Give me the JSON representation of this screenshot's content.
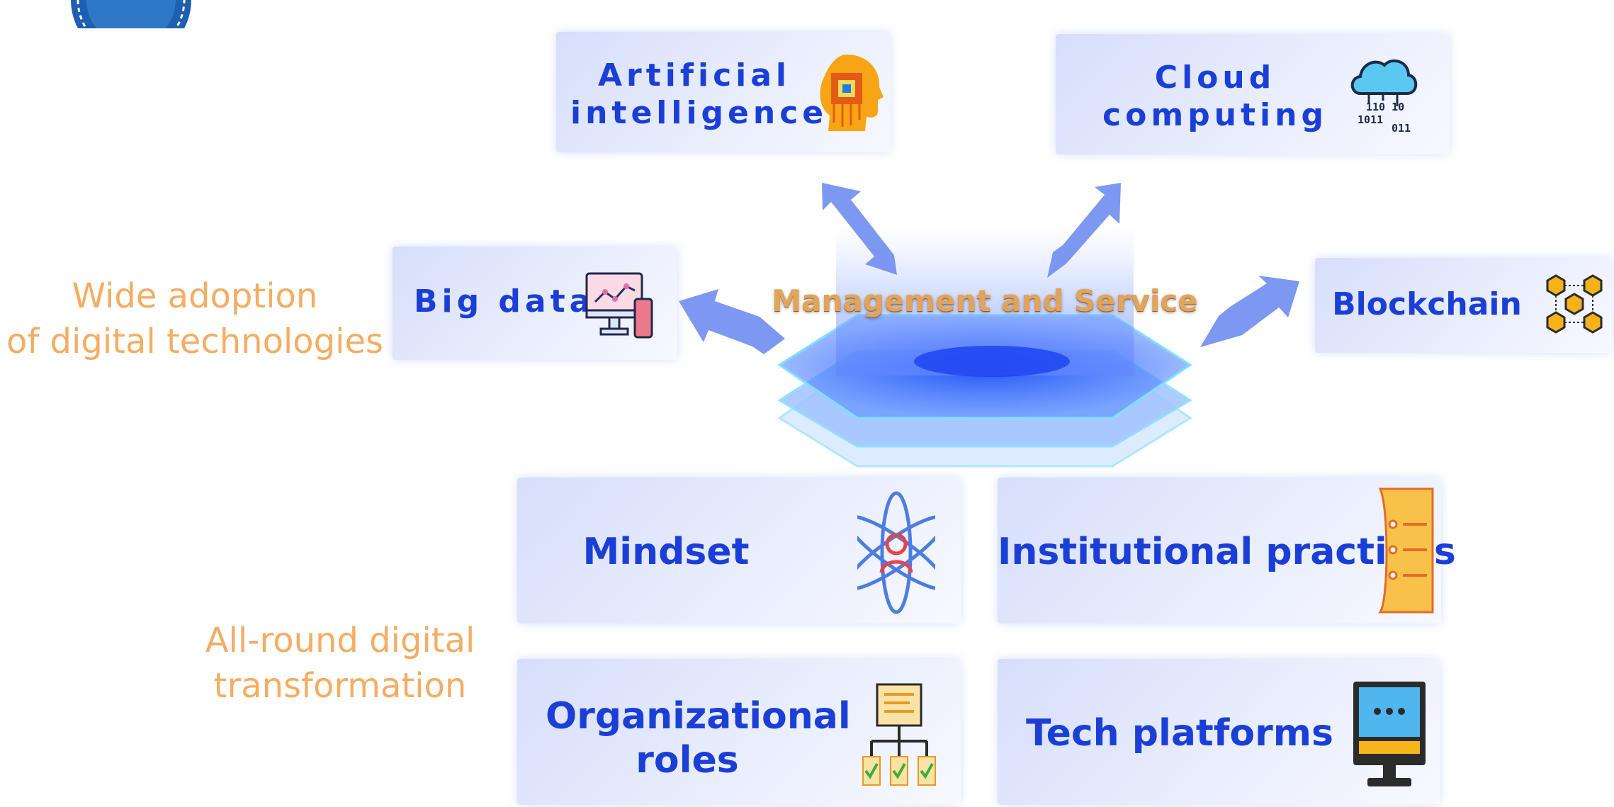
{
  "categories": {
    "tech": [
      "Wide adoption",
      "of digital technologies"
    ],
    "transform": [
      "All-round digital",
      "transformation"
    ]
  },
  "hub": {
    "label": "Management and Service"
  },
  "technologies": {
    "ai": [
      "Artificial",
      "intelligence"
    ],
    "cloud": [
      "Cloud",
      "computing"
    ],
    "big_data": "Big data",
    "blockchain": "Blockchain"
  },
  "transformation": {
    "mindset": "Mindset",
    "institutional": "Institutional practices",
    "org_roles": [
      "Organizational",
      "roles"
    ],
    "tech_platforms": "Tech platforms"
  },
  "icons": {
    "ai": "ai-head-icon",
    "cloud": "cloud-binary-icon",
    "big_data": "monitor-chart-icon",
    "blockchain": "blockchain-cubes-icon",
    "mindset": "atom-person-icon",
    "institutional": "document-list-icon",
    "org_roles": "org-chart-icon",
    "tech_platforms": "computer-monitor-icon"
  },
  "colors": {
    "card_text": "#1b3fd6",
    "category_text": "#f4ad63",
    "hub_text": "#e2a35a",
    "arrow": "#6f8df0"
  }
}
